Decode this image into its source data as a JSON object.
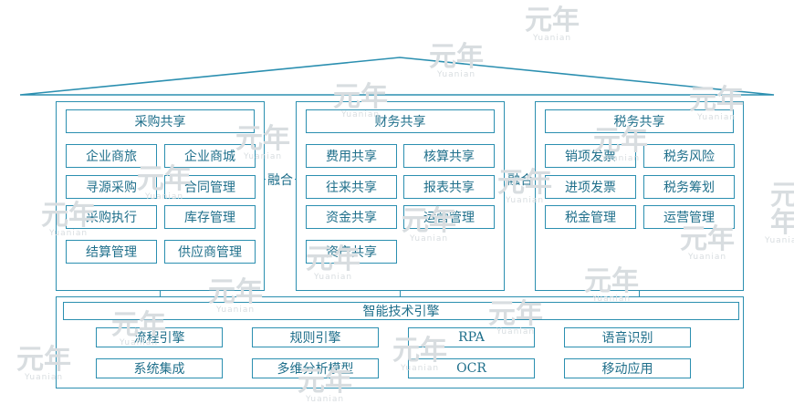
{
  "watermark": {
    "main": "元年",
    "sub": "Yuanian"
  },
  "procurement": {
    "title": "采购共享",
    "items": [
      "企业商旅",
      "企业商城",
      "寻源采购",
      "合同管理",
      "采购执行",
      "库存管理",
      "结算管理",
      "供应商管理"
    ]
  },
  "finance": {
    "title": "财务共享",
    "items": [
      "费用共享",
      "核算共享",
      "往来共享",
      "报表共享",
      "资金共享",
      "运营管理",
      "资产共享"
    ]
  },
  "tax": {
    "title": "税务共享",
    "items": [
      "销项发票",
      "税务风险",
      "进项发票",
      "税务筹划",
      "税金管理",
      "运营管理"
    ]
  },
  "fusion": {
    "left": "融合",
    "right": "融合"
  },
  "engine": {
    "title": "智能技术引擎",
    "items": [
      "流程引擎",
      "规则引擎",
      "RPA",
      "语音识别",
      "系统集成",
      "多维分析模型",
      "OCR",
      "移动应用"
    ]
  },
  "colors": {
    "line": "#2b8fb0",
    "text": "#1f6f8b"
  }
}
